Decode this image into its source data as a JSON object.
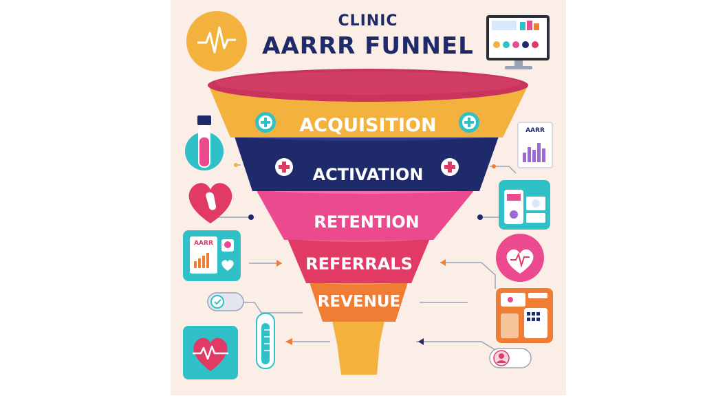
{
  "title": {
    "line1": "CLINIC",
    "line2": "AARRR FUNNEL"
  },
  "stages": [
    {
      "label": "ACQUISITION",
      "color": "#f3b13d",
      "text_color": "#ffffff"
    },
    {
      "label": "ACTIVATION",
      "color": "#1f2a6b",
      "text_color": "#ffffff"
    },
    {
      "label": "RETENTION",
      "color": "#ec4a8e",
      "text_color": "#ffffff"
    },
    {
      "label": "REFERRALS",
      "color": "#e13a64",
      "text_color": "#ffffff"
    },
    {
      "label": "REVENUE",
      "color": "#ef7d33",
      "text_color": "#ffffff"
    }
  ],
  "funnel_rim_color": "#c9335c",
  "spout_color": "#f3b13d",
  "doc_icon_text": "AARR",
  "card_icon_text": "AARR",
  "colors": {
    "background": "#faeee6",
    "navy": "#1f2a6b",
    "teal": "#2fc0c8",
    "pink": "#ec4a8e",
    "orange": "#ef7d33",
    "yellow": "#f3b13d",
    "red": "#e13a64",
    "purple": "#9a6ad0"
  },
  "icons": [
    "heartbeat-badge-icon",
    "monitor-dashboard-icon",
    "test-tube-icon",
    "heart-hand-icon",
    "report-clipboard-icon",
    "toggle-icon",
    "thermometer-icon",
    "heart-ecg-icon",
    "document-chart-icon",
    "device-dashboard-icon",
    "heart-circle-icon",
    "tablet-clipboard-icon",
    "avatar-toggle-icon",
    "cross-badge-icon"
  ]
}
